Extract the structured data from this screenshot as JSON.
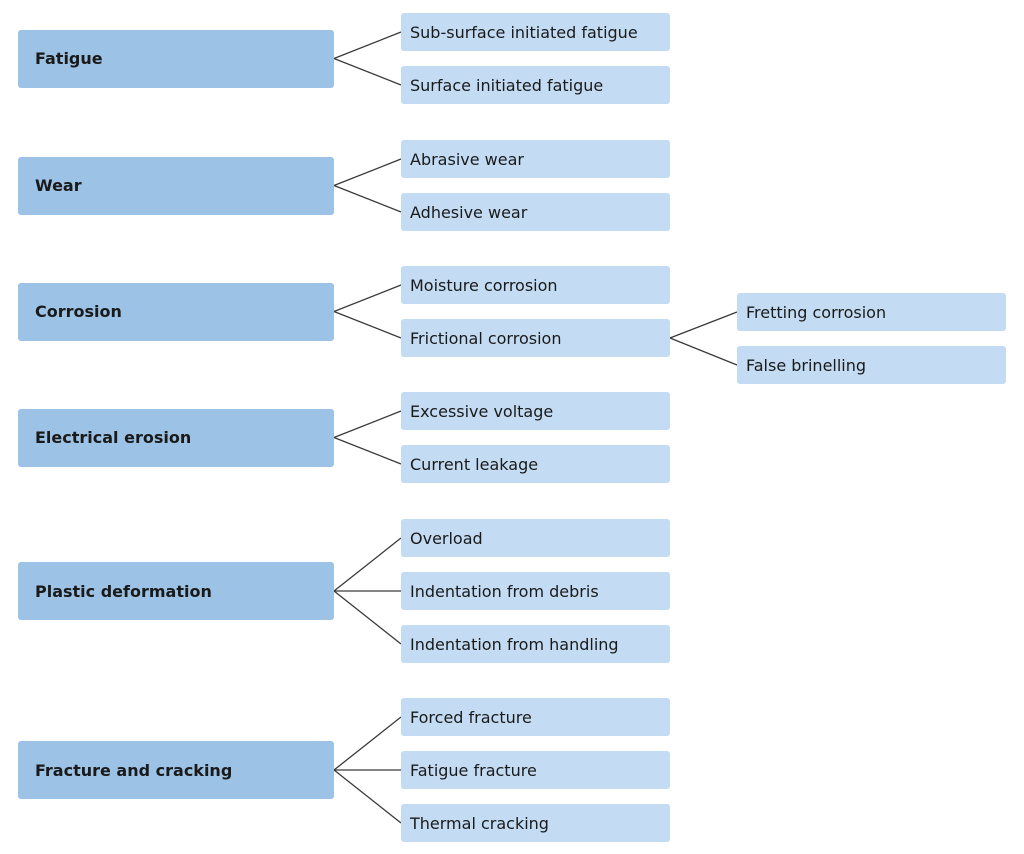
{
  "categories": [
    {
      "label": "Fatigue",
      "children": [
        {
          "label": "Sub-surface initiated fatigue"
        },
        {
          "label": "Surface initiated fatigue"
        }
      ]
    },
    {
      "label": "Wear",
      "children": [
        {
          "label": "Abrasive wear"
        },
        {
          "label": "Adhesive wear"
        }
      ]
    },
    {
      "label": "Corrosion",
      "children": [
        {
          "label": "Moisture corrosion"
        },
        {
          "label": "Frictional corrosion",
          "children": [
            {
              "label": "Fretting corrosion"
            },
            {
              "label": "False brinelling"
            }
          ]
        }
      ]
    },
    {
      "label": "Electrical erosion",
      "children": [
        {
          "label": "Excessive voltage"
        },
        {
          "label": "Current leakage"
        }
      ]
    },
    {
      "label": "Plastic deformation",
      "children": [
        {
          "label": "Overload"
        },
        {
          "label": "Indentation from debris"
        },
        {
          "label": "Indentation from handling"
        }
      ]
    },
    {
      "label": "Fracture and cracking",
      "children": [
        {
          "label": "Forced fracture"
        },
        {
          "label": "Fatigue fracture"
        },
        {
          "label": "Thermal cracking"
        }
      ]
    }
  ]
}
